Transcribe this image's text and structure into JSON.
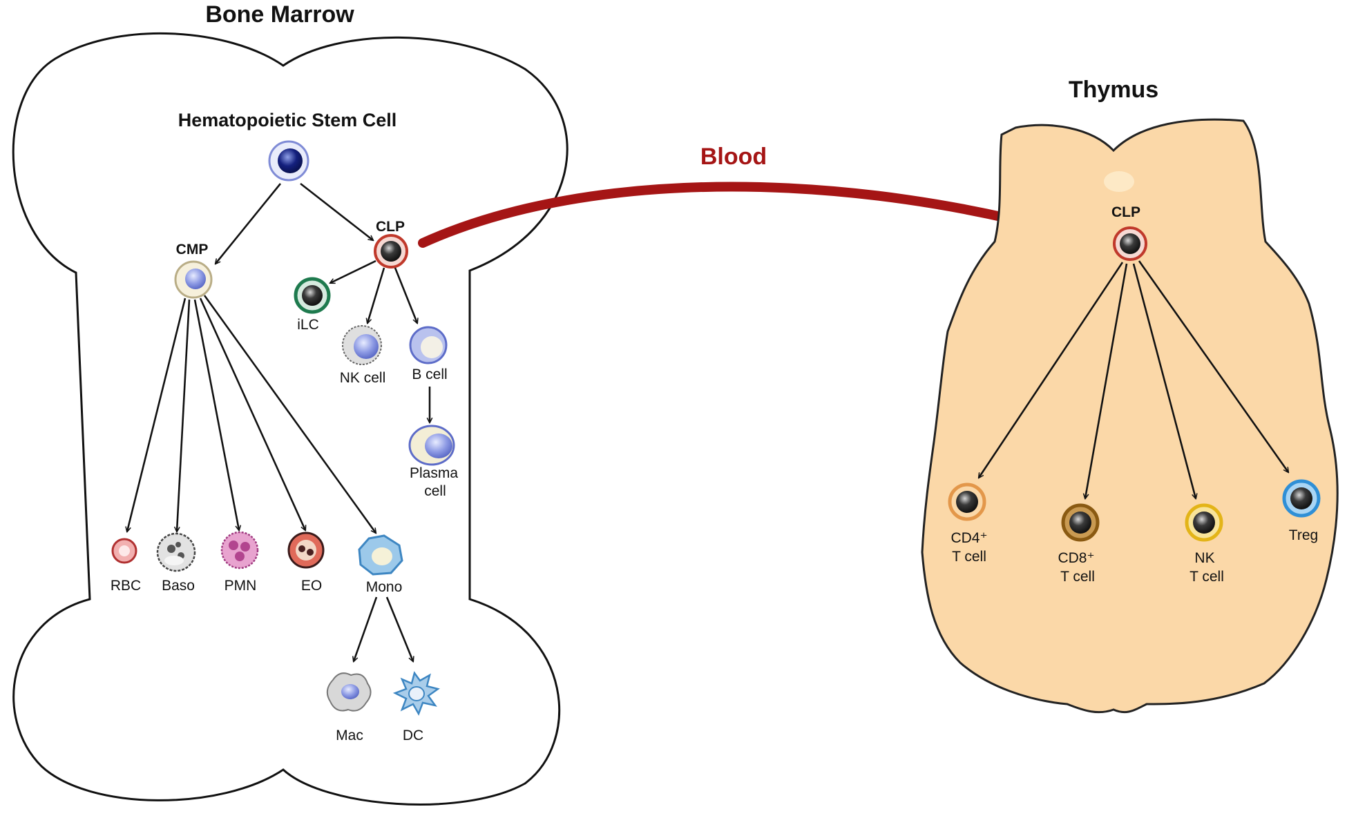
{
  "bone_marrow": {
    "title": "Bone Marrow",
    "hsc_label": "Hematopoietic Stem Cell",
    "cmp_label": "CMP",
    "clp_label": "CLP",
    "ilc_label": "iLC",
    "nk_label": "NK cell",
    "b_label": "B cell",
    "plasma_label_1": "Plasma",
    "plasma_label_2": "cell",
    "rbc_label": "RBC",
    "baso_label": "Baso",
    "pmn_label": "PMN",
    "eo_label": "EO",
    "mono_label": "Mono",
    "mac_label": "Mac",
    "dc_label": "DC"
  },
  "blood_label": "Blood",
  "thymus": {
    "title": "Thymus",
    "clp_label": "CLP",
    "cd4_label_1": "CD4⁺",
    "cd4_label_2": "T cell",
    "cd8_label_1": "CD8⁺",
    "cd8_label_2": "T cell",
    "nkt_label_1": "NK",
    "nkt_label_2": "T cell",
    "treg_label": "Treg"
  },
  "colors": {
    "blood_arrow": "#a51515",
    "thymus_fill": "#fbd8a8",
    "clp_ring": "#c0392b",
    "ilc_ring": "#1e7a4e",
    "cd4_ring": "#e3974a",
    "cd8_ring": "#8a5a12",
    "nkt_ring": "#e3b418",
    "treg_ring": "#2f8fd6"
  }
}
